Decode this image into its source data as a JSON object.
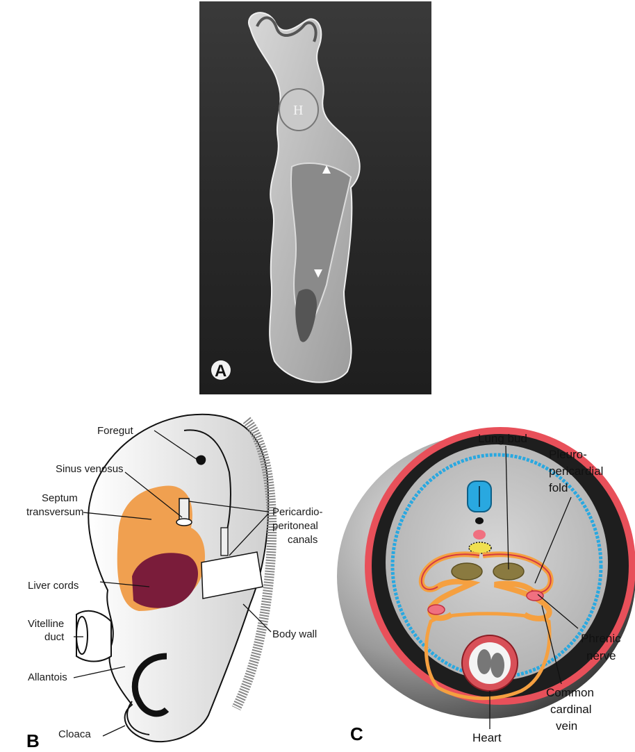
{
  "figure": {
    "panel_a": {
      "letter": "A",
      "marker": "H"
    },
    "panel_b": {
      "letter": "B",
      "labels": {
        "foregut": "Foregut",
        "sinus_venosus": "Sinus venosus",
        "septum_line1": "Septum",
        "septum_line2": "transversum",
        "liver_cords": "Liver cords",
        "vitelline_line1": "Vitelline",
        "vitelline_line2": "duct",
        "allantois": "Allantois",
        "cloaca": "Cloaca",
        "pericardio_line1": "Pericardio-",
        "pericardio_line2": "peritoneal",
        "pericardio_line3": "canals",
        "body_wall": "Body wall"
      },
      "colors": {
        "septum": "#f0a050",
        "liver": "#7a1c3a"
      }
    },
    "panel_c": {
      "letter": "C",
      "labels": {
        "lung_bud": "Lung bud",
        "pleuro_line1": "Pleuro-",
        "pleuro_line2": "pericardial",
        "pleuro_line3": "fold",
        "phrenic_line1": "Phrenic",
        "phrenic_line2": "nerve",
        "common_line1": "Common",
        "common_line2": "cardinal",
        "common_line3": "vein",
        "heart": "Heart"
      },
      "colors": {
        "body_wall": "#e8505a",
        "serosa": "#29a8e0",
        "fold": "#f5a040",
        "lung": "#8a7a40",
        "neural_tube": "#29a8e0",
        "gut": "#f0e050"
      }
    }
  }
}
